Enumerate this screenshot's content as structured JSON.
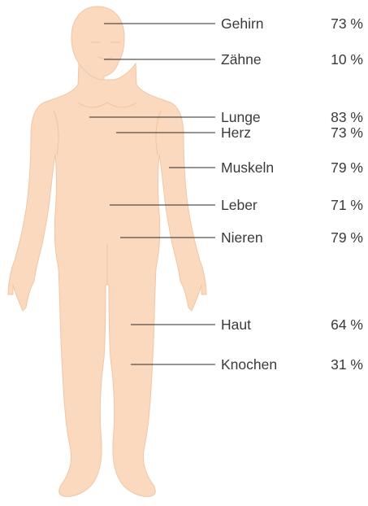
{
  "organs": [
    {
      "label": "Gehirn",
      "value": "73 %"
    },
    {
      "label": "Zähne",
      "value": "10 %"
    },
    {
      "label": "Lunge",
      "value": "83 %"
    },
    {
      "label": "Herz",
      "value": "73 %"
    },
    {
      "label": "Muskeln",
      "value": "79 %"
    },
    {
      "label": "Leber",
      "value": "71 %"
    },
    {
      "label": "Nieren",
      "value": "79 %"
    },
    {
      "label": "Haut",
      "value": "64 %"
    },
    {
      "label": "Knochen",
      "value": "31 %"
    }
  ],
  "colors": {
    "skin": "#fbd9be",
    "skin_outline": "#f1c6a4",
    "line": "#2b2b2b",
    "text": "#3a3a3a"
  }
}
